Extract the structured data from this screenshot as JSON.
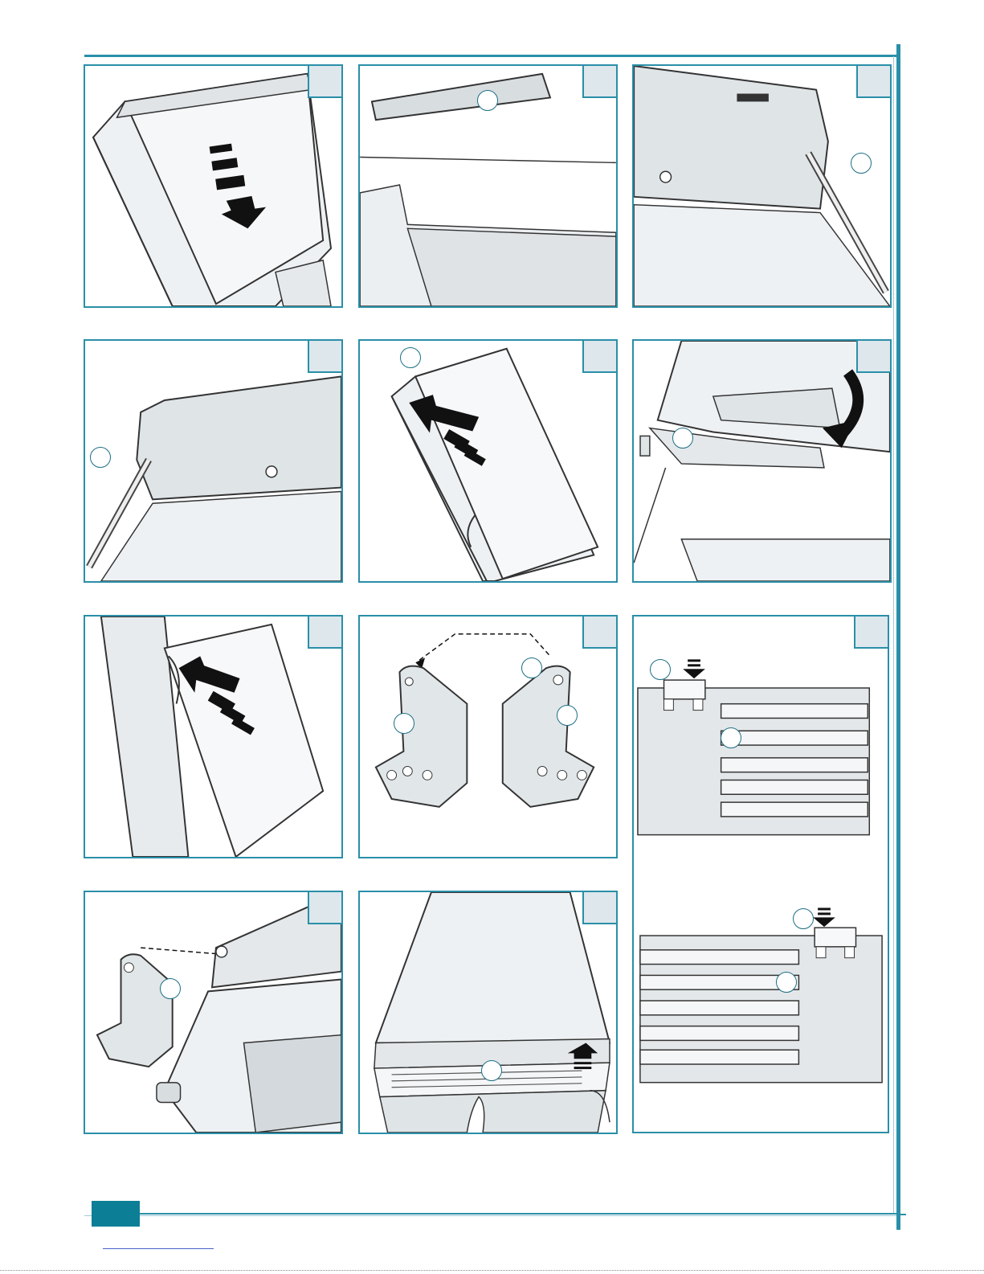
{
  "page": {
    "accent_color": "#2a8fa8",
    "tab_color": "#0c7f96",
    "panel_fill": "#dde7ec"
  },
  "figures": [
    {
      "id": "fig-1",
      "description_icon": "refrigerator-door-down-arrow-icon",
      "callouts": 0
    },
    {
      "id": "fig-2",
      "description_icon": "top-cover-trim-icon",
      "callouts": 1
    },
    {
      "id": "fig-3",
      "description_icon": "hinge-pin-screwdriver-right-icon",
      "callouts": 1
    },
    {
      "id": "fig-4",
      "description_icon": "hinge-pin-screwdriver-left-icon",
      "callouts": 1
    },
    {
      "id": "fig-5",
      "description_icon": "door-lift-arrow-icon",
      "callouts": 1
    },
    {
      "id": "fig-6",
      "description_icon": "door-hinge-rotate-arrow-icon",
      "callouts": 1
    },
    {
      "id": "fig-7",
      "description_icon": "lower-door-lift-arrow-icon",
      "callouts": 0
    },
    {
      "id": "fig-8",
      "description_icon": "hinge-bracket-swap-icon",
      "callouts": 3
    },
    {
      "id": "fig-9",
      "description_icon": "vent-grille-clip-icon",
      "callouts": 4
    },
    {
      "id": "fig-10",
      "description_icon": "bracket-mount-icon",
      "callouts": 1
    },
    {
      "id": "fig-11",
      "description_icon": "base-grille-remove-icon",
      "callouts": 1
    }
  ]
}
